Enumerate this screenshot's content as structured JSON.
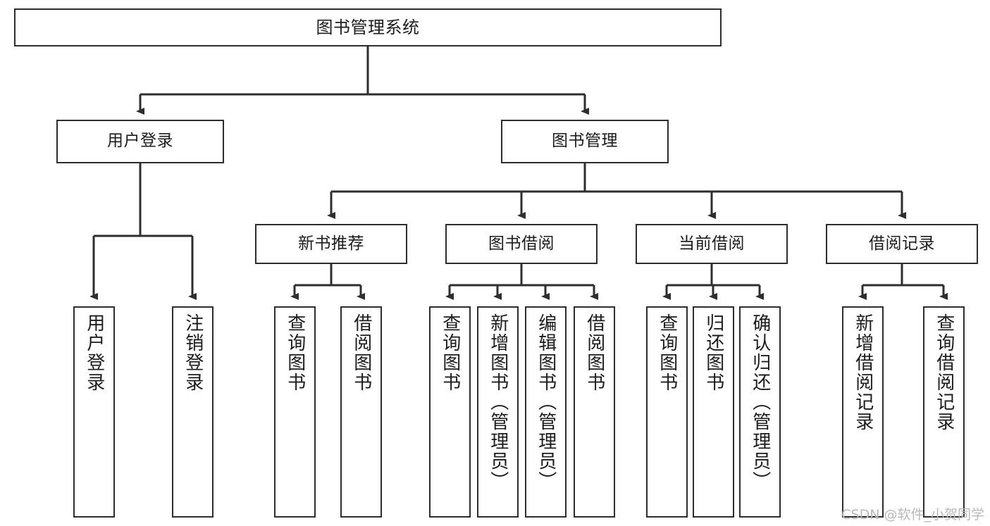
{
  "diagram": {
    "type": "tree",
    "title": "图书管理系统",
    "watermark": "CSDN @软件_小贺同学",
    "colors": {
      "box_border": "#2e2e2e",
      "box_fill": "#ffffff",
      "edge": "#2e2e2e",
      "text": "#1c1c1c",
      "watermark": "#b9b9b9"
    },
    "nodes": {
      "root": {
        "label": "图书管理系统"
      },
      "l2": [
        {
          "label": "用户登录"
        },
        {
          "label": "图书管理"
        }
      ],
      "l3": [
        {
          "label": "新书推荐"
        },
        {
          "label": "图书借阅"
        },
        {
          "label": "当前借阅"
        },
        {
          "label": "借阅记录"
        }
      ],
      "leaves_user_login": [
        {
          "label": "用户登录"
        },
        {
          "label": "注销登录"
        }
      ],
      "leaves_new_book": [
        {
          "label": "查询图书"
        },
        {
          "label": "借阅图书"
        }
      ],
      "leaves_borrow": [
        {
          "label": "查询图书"
        },
        {
          "label": "新增图书（管理员）"
        },
        {
          "label": "编辑图书（管理员）"
        },
        {
          "label": "借阅图书"
        }
      ],
      "leaves_current": [
        {
          "label": "查询图书"
        },
        {
          "label": "归还图书"
        },
        {
          "label": "确认归还（管理员）"
        }
      ],
      "leaves_records": [
        {
          "label": "新增借阅记录"
        },
        {
          "label": "查询借阅记录"
        }
      ]
    }
  }
}
